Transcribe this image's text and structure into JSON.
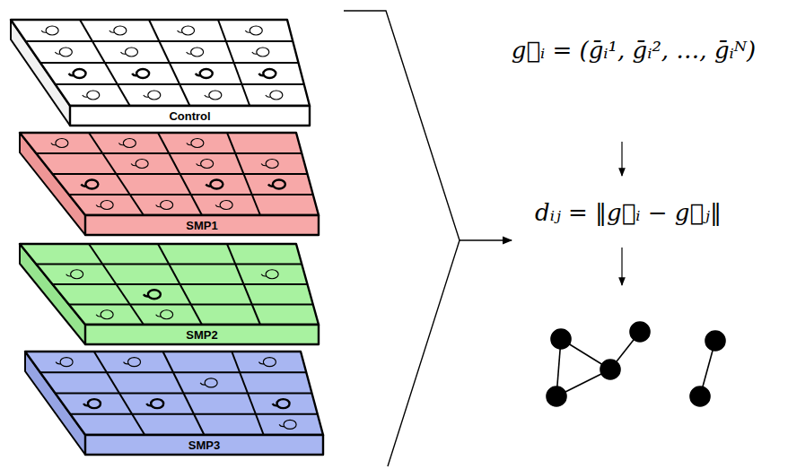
{
  "diagram": {
    "nodes": [
      {
        "text": [
          "Control"
        ]
      },
      {
        "text": [
          "SMP1"
        ]
      },
      {
        "text": [
          "SMP2"
        ]
      },
      {
        "text": [
          "SMP3"
        ]
      }
    ],
    "labels": [
      "g⃗ᵢ = (ḡᵢ¹, ḡᵢ², …, ḡᵢᴺ)",
      "dᵢⱼ = ‖g⃗ᵢ − g⃗ⱼ‖"
    ]
  }
}
